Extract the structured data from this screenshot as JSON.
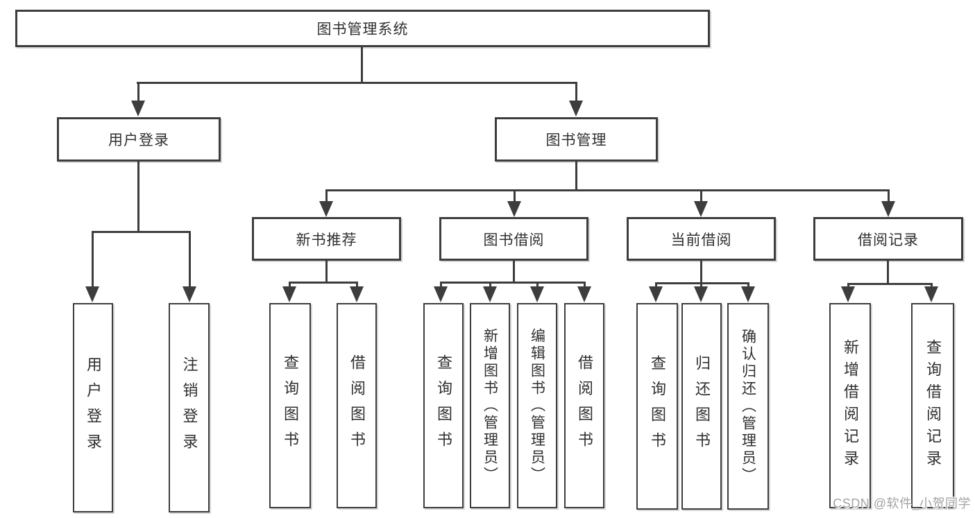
{
  "colors": {
    "line": "#3d3d3d",
    "text": "#2f2f2f",
    "background": "#ffffff",
    "watermark": "#a3a3a3"
  },
  "tree": {
    "label": "图书管理系统",
    "children": [
      {
        "label": "用户登录",
        "children": [
          {
            "label": "用户登录"
          },
          {
            "label": "注销登录"
          }
        ]
      },
      {
        "label": "图书管理",
        "children": [
          {
            "label": "新书推荐",
            "children": [
              {
                "label": "查询图书"
              },
              {
                "label": "借阅图书"
              }
            ]
          },
          {
            "label": "图书借阅",
            "children": [
              {
                "label": "查询图书"
              },
              {
                "label": "新增图书（管理员）"
              },
              {
                "label": "编辑图书（管理员）"
              },
              {
                "label": "借阅图书"
              }
            ]
          },
          {
            "label": "当前借阅",
            "children": [
              {
                "label": "查询图书"
              },
              {
                "label": "归还图书"
              },
              {
                "label": "确认归还（管理员）"
              }
            ]
          },
          {
            "label": "借阅记录",
            "children": [
              {
                "label": "新增借阅记录"
              },
              {
                "label": "查询借阅记录"
              }
            ]
          }
        ]
      }
    ]
  },
  "watermark": {
    "text": "CSDN @软件_小贺同学"
  }
}
